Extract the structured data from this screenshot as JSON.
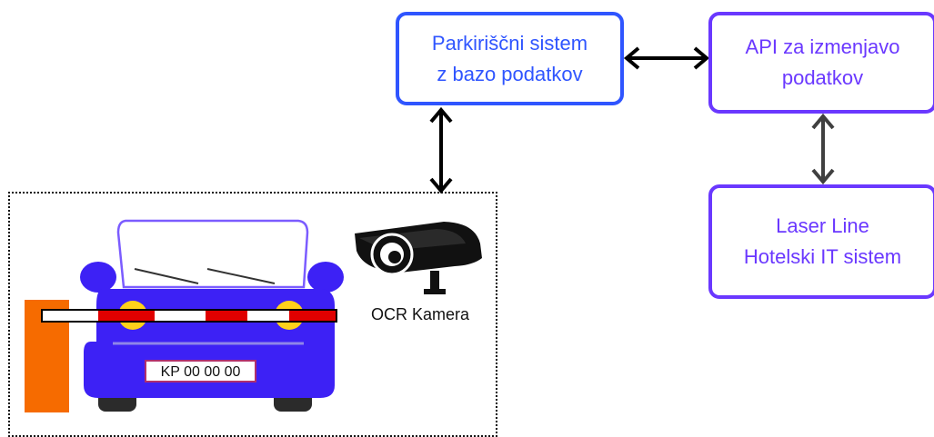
{
  "blocks": {
    "parking_system": {
      "line1": "Parkiriščni sistem",
      "line2": "z bazo podatkov",
      "border_color": "#2f55ff",
      "text_color": "#2f55ff"
    },
    "api": {
      "line1": "API za izmenjavo",
      "line2": "podatkov",
      "border_color": "#6a38ff",
      "text_color": "#6a38ff"
    },
    "hotel_system": {
      "line1": "Laser Line",
      "line2": "Hotelski IT sistem",
      "border_color": "#6a38ff",
      "text_color": "#6a38ff"
    }
  },
  "camera": {
    "label": "OCR Kamera",
    "icon": "security-camera-icon"
  },
  "car": {
    "icon": "car-icon",
    "body_color": "#3d21f5",
    "plate_text": "KP 00 00 00",
    "plate_border_color": "#b0306c"
  },
  "barrier": {
    "icon": "boom-barrier-icon",
    "post_color": "#f66b00",
    "stripe_colors": [
      "#ffffff",
      "#e00000"
    ]
  },
  "connections": [
    {
      "from": "parking_system",
      "to": "api",
      "type": "bidirectional",
      "color": "#000000"
    },
    {
      "from": "parking_system",
      "to": "entrance_zone",
      "type": "bidirectional",
      "color": "#000000"
    },
    {
      "from": "api",
      "to": "hotel_system",
      "type": "bidirectional",
      "color": "#404040"
    }
  ]
}
